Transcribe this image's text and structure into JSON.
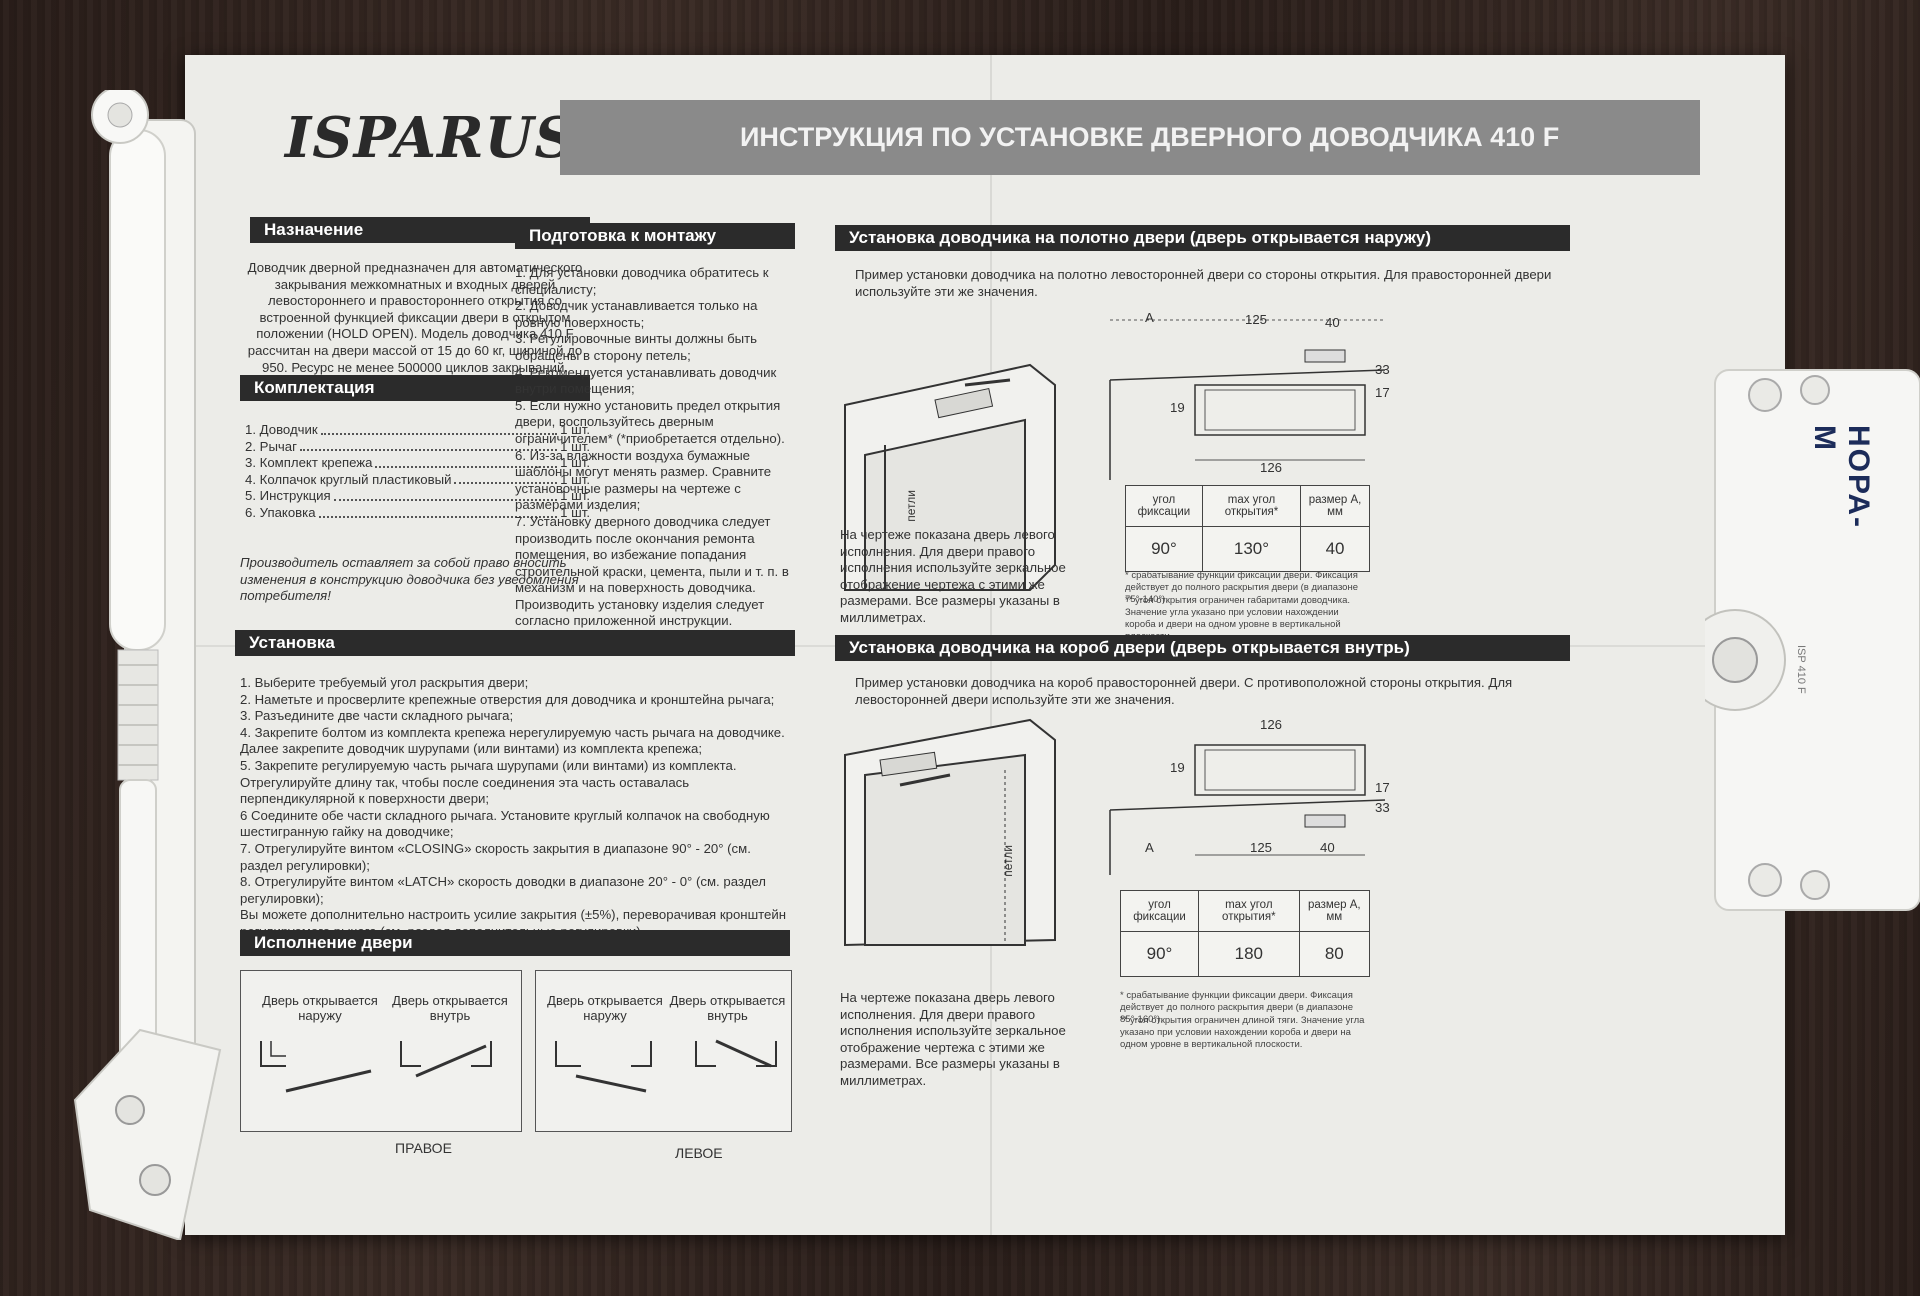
{
  "brand": "ISPARUS",
  "title": "ИНСТРУКЦИЯ ПО УСТАНОВКЕ ДВЕРНОГО ДОВОДЧИКА 410 F",
  "purpose": {
    "heading": "Назначение",
    "text": "Доводчик дверной предназначен для автоматического закрывания межкомнатных и входных дверей левостороннего и правостороннего открытия со встроенной функцией фиксации двери в открытом положении (HOLD OPEN). Модель доводчика 410 F рассчитан на двери массой от 15 до 60 кг, шириной до 950. Ресурс не менее 500000 циклов закрываний."
  },
  "kit": {
    "heading": "Комплектация",
    "items": [
      {
        "name": "1. Доводчик",
        "qty": "1 шт."
      },
      {
        "name": "2. Рычаг",
        "qty": "1 шт."
      },
      {
        "name": "3. Комплект крепежа",
        "qty": "1 шт."
      },
      {
        "name": "4. Колпачок круглый пластиковый",
        "qty": "1 шт."
      },
      {
        "name": "5. Инструкция",
        "qty": "1 шт."
      },
      {
        "name": "6. Упаковка",
        "qty": "1 шт."
      }
    ],
    "note": "Производитель оставляет за собой право вносить изменения в конструкцию доводчика без уведомления потребителя!"
  },
  "prep": {
    "heading": "Подготовка к монтажу",
    "items": [
      "1. Для установки доводчика обратитесь к специалисту;",
      "2. Доводчик устанавливается только на ровную поверхность;",
      "3. Регулировочные винты должны быть обращены в сторону петель;",
      "4. Рекомендуется устанавливать доводчик внутри помещения;",
      "5. Если нужно установить предел открытия двери, воспользуйтесь дверным ограничителем* (*приобретается отдельно).",
      "6. Из-за влажности воздуха бумажные шаблоны могут менять размер. Сравните установочные размеры на чертеже с размерами изделия;",
      "7. Установку дверного доводчика следует производить после окончания ремонта помещения, во избежание попадания строительной краски, цемента, пыли и т. п. в механизм и на поверхность доводчика. Производить установку изделия следует согласно приложенной инструкции."
    ]
  },
  "install": {
    "heading": "Установка",
    "items": [
      "1. Выберите требуемый угол раскрытия двери;",
      "2. Наметьте и просверлите крепежные отверстия для доводчика и кронштейна рычага;",
      "3. Разъедините две части складного рычага;",
      "4. Закрепите болтом из комплекта крепежа нерегулируемую часть рычага на доводчике. Далее закрепите доводчик шурупами (или винтами) из комплекта крепежа;",
      "5. Закрепите регулируемую часть рычага шурупами (или винтами) из комплекта. Отрегулируйте длину так, чтобы после соединения эта часть оставалась перпендикулярной к поверхности двери;",
      "6 Соедините обе части складного рычага. Установите круглый колпачок на свободную шестигранную гайку на доводчике;",
      "7. Отрегулируйте винтом «CLOSING» скорость закрытия в диапазоне 90° - 20° (см. раздел регулировки);",
      "8. Отрегулируйте винтом «LATCH» скорость доводки в диапазоне 20° - 0° (см. раздел регулировки);",
      "Вы можете дополнительно настроить усилие закрытия (±5%), переворачивая кронштейн регулируемого рычага (см. раздел дополнительные регулировки)."
    ]
  },
  "execution": {
    "heading": "Исполнение двери",
    "outward": "Дверь открывается наружу",
    "inward": "Дверь открывается внутрь",
    "right": "ПРАВОЕ",
    "left": "ЛЕВОЕ"
  },
  "mount_outward": {
    "heading": "Установка доводчика на полотно двери (дверь открывается наружу)",
    "intro": "Пример установки доводчика на полотно левосторонней двери со стороны открытия. Для правосторонней двери используйте эти же значения.",
    "hinges": "петли",
    "dims": {
      "a": "A",
      "d125": "125",
      "d40": "40",
      "d33": "33",
      "d17": "17",
      "d19": "19",
      "d126": "126"
    },
    "table_headers": [
      "угол фиксации",
      "max угол открытия*",
      "размер А, мм"
    ],
    "table_values": [
      "90°",
      "130°",
      "40"
    ],
    "caption": "На чертеже показана дверь левого исполнения. Для двери правого исполнения используйте зеркальное отображение чертежа с этими же размерами. Все размеры указаны в миллиметрах.",
    "note1": "* срабатывание функции фиксации двери. Фиксация действует до полного раскрытия двери (в диапазоне 75°-140°).",
    "note2": "** угол открытия ограничен габаритами доводчика. Значение угла указано при условии нахождении короба и двери на одном уровне в вертикальной плоскости."
  },
  "mount_inward": {
    "heading": "Установка доводчика на короб двери (дверь открывается внутрь)",
    "intro": "Пример установки доводчика на короб правосторонней двери. С противоположной стороны открытия. Для левосторонней двери используйте эти же значения.",
    "hinges": "петли",
    "dims": {
      "a": "A",
      "d125": "125",
      "d40": "40",
      "d33": "33",
      "d17": "17",
      "d19": "19",
      "d126": "126"
    },
    "table_headers": [
      "угол фиксации",
      "max угол открытия*",
      "размер А, мм"
    ],
    "table_values": [
      "90°",
      "180",
      "80"
    ],
    "caption": "На чертеже показана дверь левого исполнения. Для двери правого исполнения используйте зеркальное отображение чертежа с этими же размерами. Все размеры указаны в миллиметрах.",
    "note1": "* срабатывание функции фиксации двери. Фиксация действует до полного раскрытия двери (в диапазоне 85°-160°).",
    "note2": "** угол открытия ограничен длиной тяги. Значение угла указано при условии нахождении короба и двери на одном уровне в вертикальной плоскости."
  },
  "product_label": "НОРА-М",
  "product_model": "ISP 410 F"
}
